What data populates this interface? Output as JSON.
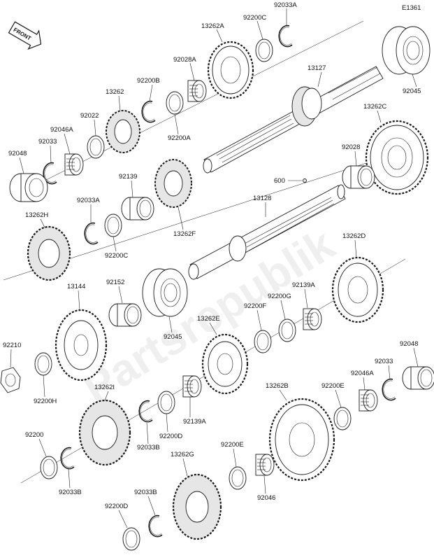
{
  "diagram_code": "E1361",
  "front_marker": "FRONT",
  "watermark": "Partsrepublik",
  "labels": {
    "92033A_top": "92033A",
    "92200C_top": "92200C",
    "13262A": "13262A",
    "92028A": "92028A",
    "13127": "13127",
    "92045_top": "92045",
    "92200B": "92200B",
    "13262": "13262",
    "92022": "92022",
    "92046A_left": "92046A",
    "92200A": "92200A",
    "13262C": "13262C",
    "92048_left": "92048",
    "92033_left": "92033",
    "92028": "92028",
    "92139": "92139",
    "600": "600",
    "13262F": "13262F",
    "13128": "13128",
    "92033A_mid": "92033A",
    "13262H": "13262H",
    "92200C_mid": "92200C",
    "13262D": "13262D",
    "92152": "92152",
    "13144": "13144",
    "92139A_right": "92139A",
    "92200G": "92200G",
    "92200F": "92200F",
    "92045_mid": "92045",
    "13262E": "13262E",
    "92210": "92210",
    "92048_right": "92048",
    "92033_right": "92033",
    "92200H": "92200H",
    "92046A_right": "92046A",
    "13262I": "13262I",
    "92200E_right": "92200E",
    "13262B": "13262B",
    "92033B_mid": "92033B",
    "92200D_mid": "92200D",
    "92139A_mid": "92139A",
    "92200": "92200",
    "92200E_mid": "92200E",
    "92033B_left": "92033B",
    "13262G": "13262G",
    "92046": "92046",
    "92033B_bottom": "92033B",
    "92200D_bottom": "92200D"
  },
  "icons": {
    "front_arrow": "front-arrow-icon",
    "gears": "gear-icon",
    "shafts": "shaft-icon",
    "bearings": "bearing-icon",
    "washers": "washer-icon",
    "circlips": "circlip-icon",
    "nut": "nut-icon"
  }
}
